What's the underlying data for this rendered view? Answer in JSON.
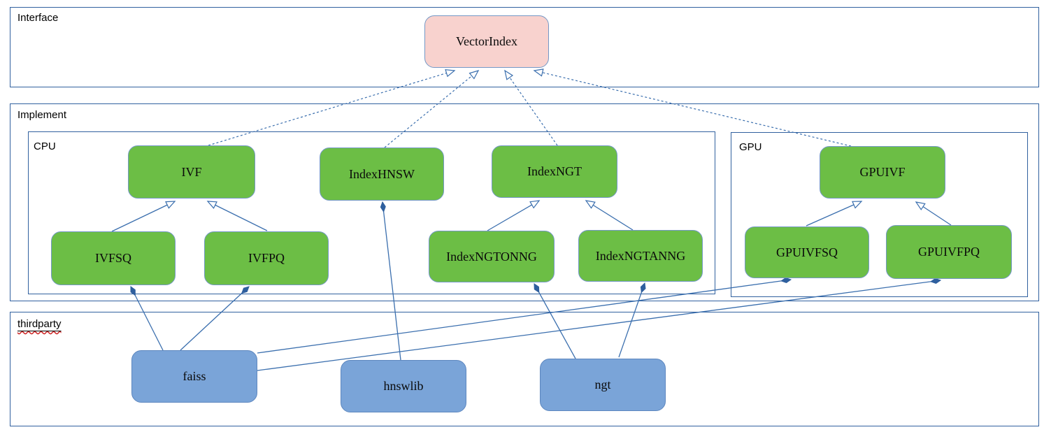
{
  "diagram": {
    "containers": {
      "interface": {
        "label": "Interface"
      },
      "implement": {
        "label": "Implement"
      },
      "cpu": {
        "label": "CPU"
      },
      "gpu": {
        "label": "GPU"
      },
      "thirdparty": {
        "label": "thirdparty"
      }
    },
    "nodes": [
      {
        "id": "VectorIndex",
        "label": "VectorIndex",
        "kind": "interface"
      },
      {
        "id": "IVF",
        "label": "IVF",
        "kind": "cpu-implementation"
      },
      {
        "id": "IndexHNSW",
        "label": "IndexHNSW",
        "kind": "cpu-implementation"
      },
      {
        "id": "IndexNGT",
        "label": "IndexNGT",
        "kind": "cpu-implementation"
      },
      {
        "id": "IVFSQ",
        "label": "IVFSQ",
        "kind": "cpu-implementation"
      },
      {
        "id": "IVFPQ",
        "label": "IVFPQ",
        "kind": "cpu-implementation"
      },
      {
        "id": "IndexNGTONNG",
        "label": "IndexNGTONNG",
        "kind": "cpu-implementation"
      },
      {
        "id": "IndexNGTANNG",
        "label": "IndexNGTANNG",
        "kind": "cpu-implementation"
      },
      {
        "id": "GPUIVF",
        "label": "GPUIVF",
        "kind": "gpu-implementation"
      },
      {
        "id": "GPUIVFSQ",
        "label": "GPUIVFSQ",
        "kind": "gpu-implementation"
      },
      {
        "id": "GPUIVFPQ",
        "label": "GPUIVFPQ",
        "kind": "gpu-implementation"
      },
      {
        "id": "faiss",
        "label": "faiss",
        "kind": "thirdparty-library"
      },
      {
        "id": "hnswlib",
        "label": "hnswlib",
        "kind": "thirdparty-library"
      },
      {
        "id": "ngt",
        "label": "ngt",
        "kind": "thirdparty-library"
      }
    ],
    "edges": [
      {
        "from": "IVF",
        "to": "VectorIndex",
        "type": "realization-dashed-hollow-arrow"
      },
      {
        "from": "IndexHNSW",
        "to": "VectorIndex",
        "type": "realization-dashed-hollow-arrow"
      },
      {
        "from": "IndexNGT",
        "to": "VectorIndex",
        "type": "realization-dashed-hollow-arrow"
      },
      {
        "from": "GPUIVF",
        "to": "VectorIndex",
        "type": "realization-dashed-hollow-arrow"
      },
      {
        "from": "IVFSQ",
        "to": "IVF",
        "type": "generalization-hollow-arrow"
      },
      {
        "from": "IVFPQ",
        "to": "IVF",
        "type": "generalization-hollow-arrow"
      },
      {
        "from": "IndexNGTONNG",
        "to": "IndexNGT",
        "type": "generalization-hollow-arrow"
      },
      {
        "from": "IndexNGTANNG",
        "to": "IndexNGT",
        "type": "generalization-hollow-arrow"
      },
      {
        "from": "GPUIVFSQ",
        "to": "GPUIVF",
        "type": "generalization-hollow-arrow"
      },
      {
        "from": "GPUIVFPQ",
        "to": "GPUIVF",
        "type": "generalization-hollow-arrow"
      },
      {
        "from": "faiss",
        "to": "IVFSQ",
        "type": "composition-filled-diamond"
      },
      {
        "from": "faiss",
        "to": "IVFPQ",
        "type": "composition-filled-diamond"
      },
      {
        "from": "faiss",
        "to": "GPUIVFSQ",
        "type": "composition-filled-diamond"
      },
      {
        "from": "faiss",
        "to": "GPUIVFPQ",
        "type": "composition-filled-diamond"
      },
      {
        "from": "hnswlib",
        "to": "IndexHNSW",
        "type": "composition-filled-diamond"
      },
      {
        "from": "ngt",
        "to": "IndexNGTONNG",
        "type": "composition-filled-diamond"
      },
      {
        "from": "ngt",
        "to": "IndexNGTANNG",
        "type": "composition-filled-diamond"
      }
    ],
    "colors": {
      "implementation_fill": "#6cbe45",
      "interface_fill": "#f8d2ce",
      "thirdparty_fill": "#7aa4d8",
      "container_border": "#31619f",
      "connector_blue": "#3b6fae",
      "node_border": "#7498c6",
      "spellcheck_squiggle": "#cc2222",
      "text": "#0a0a0a",
      "background": "#ffffff"
    }
  }
}
